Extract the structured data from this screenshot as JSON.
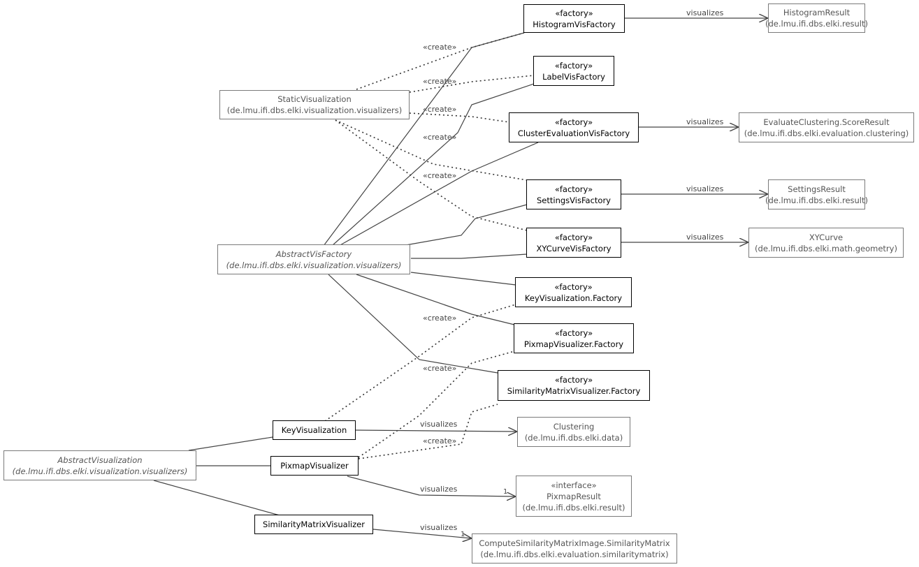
{
  "classes": {
    "HistogramVisFactory": {
      "stereotype": "«factory»",
      "name": "HistogramVisFactory"
    },
    "HistogramResult": {
      "name": "HistogramResult",
      "package": "(de.lmu.ifi.dbs.elki.result)"
    },
    "LabelVisFactory": {
      "stereotype": "«factory»",
      "name": "LabelVisFactory"
    },
    "StaticVisualization": {
      "name": "StaticVisualization",
      "package": "(de.lmu.ifi.dbs.elki.visualization.visualizers)"
    },
    "ClusterEvaluationVisFactory": {
      "stereotype": "«factory»",
      "name": "ClusterEvaluationVisFactory"
    },
    "ScoreResult": {
      "name": "EvaluateClustering.ScoreResult",
      "package": "(de.lmu.ifi.dbs.elki.evaluation.clustering)"
    },
    "SettingsVisFactory": {
      "stereotype": "«factory»",
      "name": "SettingsVisFactory"
    },
    "SettingsResult": {
      "name": "SettingsResult",
      "package": "(de.lmu.ifi.dbs.elki.result)"
    },
    "AbstractVisFactory": {
      "name": "AbstractVisFactory",
      "package": "(de.lmu.ifi.dbs.elki.visualization.visualizers)"
    },
    "XYCurveVisFactory": {
      "stereotype": "«factory»",
      "name": "XYCurveVisFactory"
    },
    "XYCurve": {
      "name": "XYCurve",
      "package": "(de.lmu.ifi.dbs.elki.math.geometry)"
    },
    "KeyVisualizationFactory": {
      "stereotype": "«factory»",
      "name": "KeyVisualization.Factory"
    },
    "PixmapVisualizerFactory": {
      "stereotype": "«factory»",
      "name": "PixmapVisualizer.Factory"
    },
    "SimilarityMatrixVisualizerFactory": {
      "stereotype": "«factory»",
      "name": "SimilarityMatrixVisualizer.Factory"
    },
    "KeyVisualization": {
      "name": "KeyVisualization"
    },
    "Clustering": {
      "name": "Clustering",
      "package": "(de.lmu.ifi.dbs.elki.data)"
    },
    "AbstractVisualization": {
      "name": "AbstractVisualization",
      "package": "(de.lmu.ifi.dbs.elki.visualization.visualizers)"
    },
    "PixmapVisualizer": {
      "name": "PixmapVisualizer"
    },
    "PixmapResult": {
      "stereotype": "«interface»",
      "name": "PixmapResult",
      "package": "(de.lmu.ifi.dbs.elki.result)"
    },
    "SimilarityMatrixVisualizer": {
      "name": "SimilarityMatrixVisualizer"
    },
    "SimilarityMatrix": {
      "name": "ComputeSimilarityMatrixImage.SimilarityMatrix",
      "package": "(de.lmu.ifi.dbs.elki.evaluation.similaritymatrix)"
    }
  },
  "edge_labels": {
    "create": "«create»",
    "visualizes": "visualizes",
    "multiplicity": "1"
  }
}
